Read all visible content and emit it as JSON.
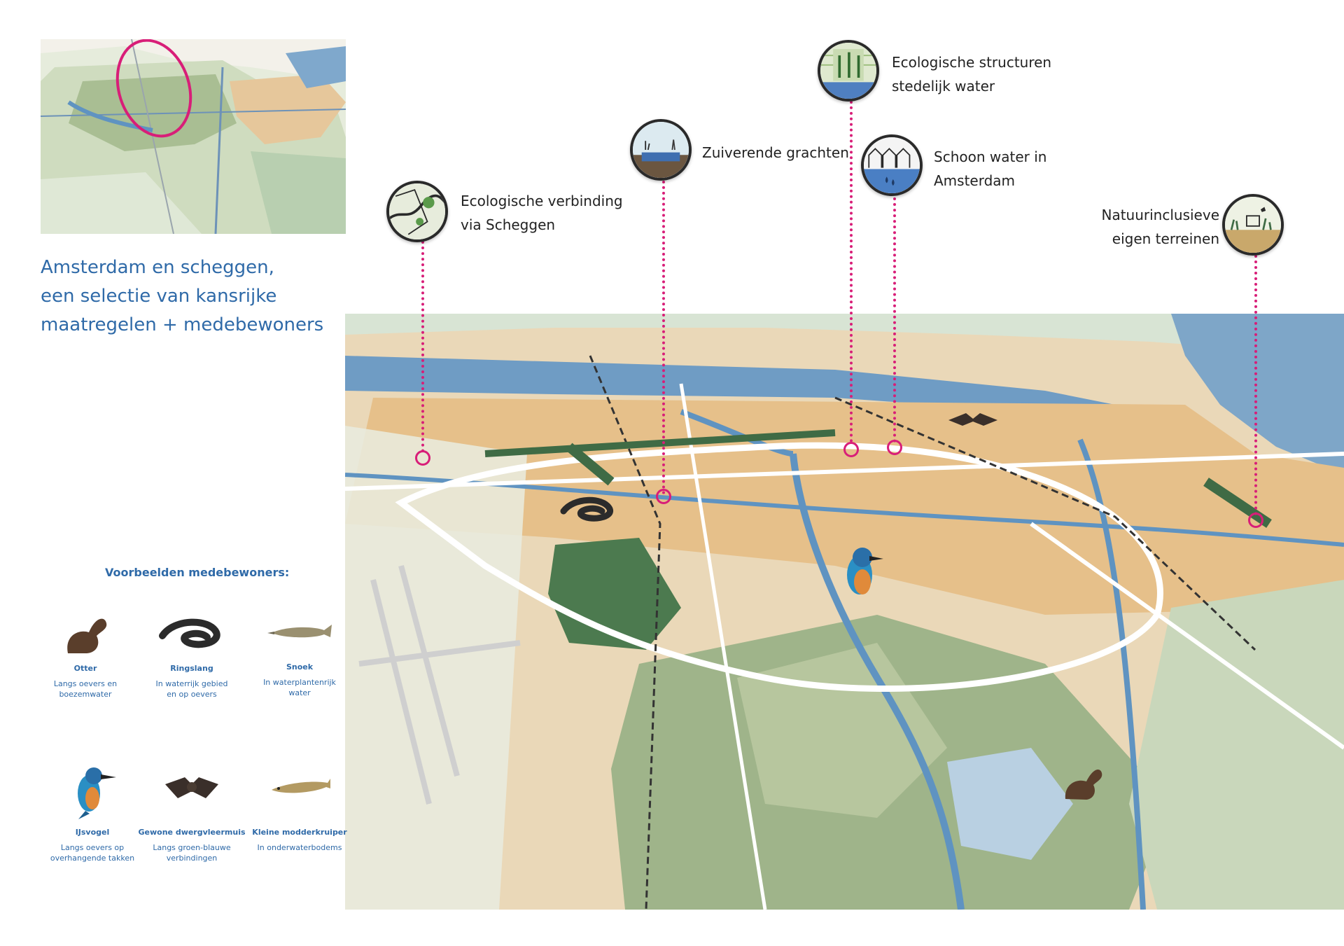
{
  "title": {
    "line1": "Amsterdam en scheggen,",
    "line2": "een selectie van kansrijke",
    "line3": "maatregelen + medebewoners"
  },
  "measures": [
    {
      "icon": "ecological-connection-icon",
      "line1": "Ecologische verbinding",
      "line2": "via Scheggen"
    },
    {
      "icon": "purifying-canal-icon",
      "line1": "Zuiverende grachten",
      "line2": ""
    },
    {
      "icon": "urban-water-structure-icon",
      "line1": "Ecologische structuren",
      "line2": "stedelijk water"
    },
    {
      "icon": "clean-water-icon",
      "line1": "Schoon water in",
      "line2": "Amsterdam"
    },
    {
      "icon": "nature-inclusive-grounds-icon",
      "line1": "Natuurinclusieve",
      "line2": "eigen terreinen"
    }
  ],
  "legend": {
    "title": "Voorbeelden medebewoners:",
    "species": [
      {
        "icon": "otter-icon",
        "name": "Otter",
        "desc1": "Langs oevers en",
        "desc2": "boezemwater"
      },
      {
        "icon": "grass-snake-icon",
        "name": "Ringslang",
        "desc1": "In waterrijk gebied",
        "desc2": "en op oevers"
      },
      {
        "icon": "pike-icon",
        "name": "Snoek",
        "desc1": "In waterplantenrijk",
        "desc2": "water"
      },
      {
        "icon": "kingfisher-icon",
        "name": "IJsvogel",
        "desc1": "Langs oevers op",
        "desc2": "overhangende takken"
      },
      {
        "icon": "pipistrelle-bat-icon",
        "name": "Gewone dwergvleermuis",
        "desc1": "Langs groen-blauwe",
        "desc2": "verbindingen"
      },
      {
        "icon": "weatherfish-icon",
        "name": "Kleine modderkruiper",
        "desc1": "In onderwaterbodems",
        "desc2": ""
      }
    ]
  },
  "colors": {
    "accent_magenta": "#d81e78",
    "title_blue": "#2f6aa8",
    "urban_tan": "#e8c48f",
    "water_blue": "#5f93c1",
    "green_dark": "#3f6b45",
    "meadow_green": "#a9b98e"
  }
}
